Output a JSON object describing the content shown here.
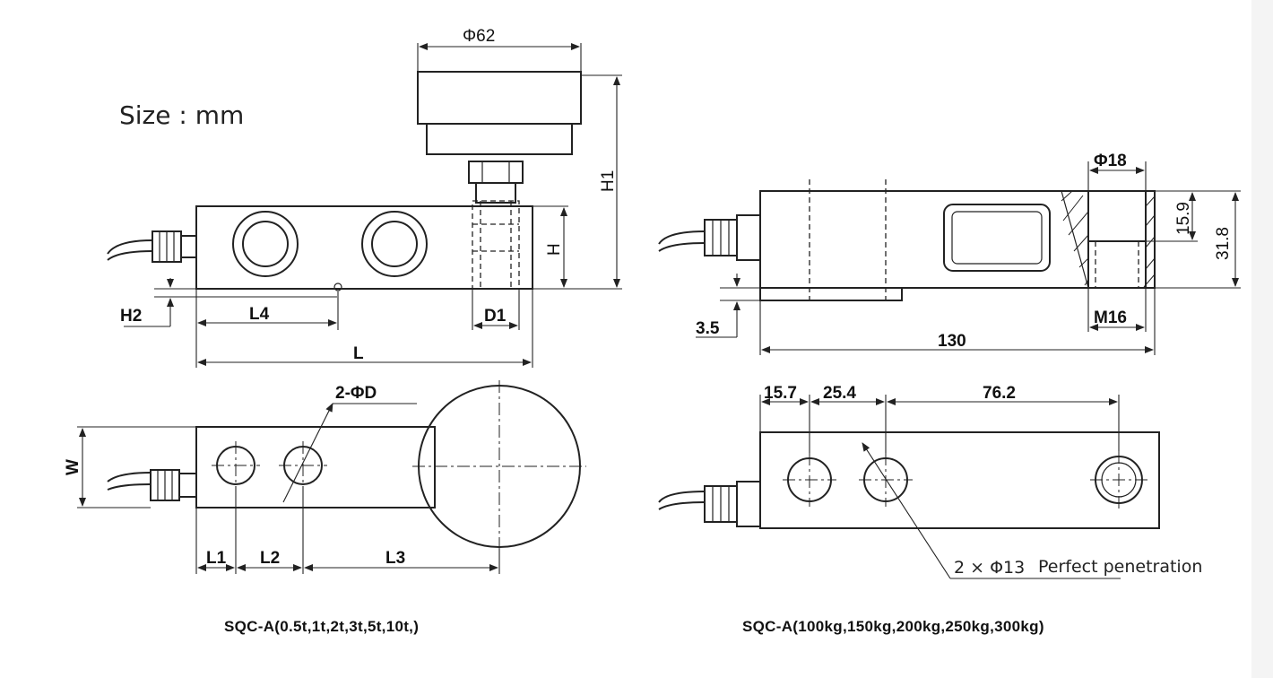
{
  "unit_label": "Size : mm",
  "left": {
    "dims": {
      "phi62": "Φ62",
      "H1": "H1",
      "H": "H",
      "H2": "H2",
      "L4": "L4",
      "D1": "D1",
      "L": "L",
      "twoPhiD": "2-ΦD",
      "W": "W",
      "L1": "L1",
      "L2": "L2",
      "L3": "L3"
    },
    "caption": "SQC-A(0.5t,1t,2t,3t,5t,10t,)"
  },
  "right": {
    "dims": {
      "phi18": "Φ18",
      "d15_9": "15.9",
      "d31_8": "31.8",
      "d3_5": "3.5",
      "M16": "M16",
      "d130": "130",
      "d15_7": "15.7",
      "d25_4": "25.4",
      "d76_2": "76.2",
      "holes": "2 × Φ13",
      "penetration": "Perfect penetration"
    },
    "caption": "SQC-A(100kg,150kg,200kg,250kg,300kg)"
  },
  "colors": {
    "line": "#222222",
    "background": "#ffffff"
  }
}
